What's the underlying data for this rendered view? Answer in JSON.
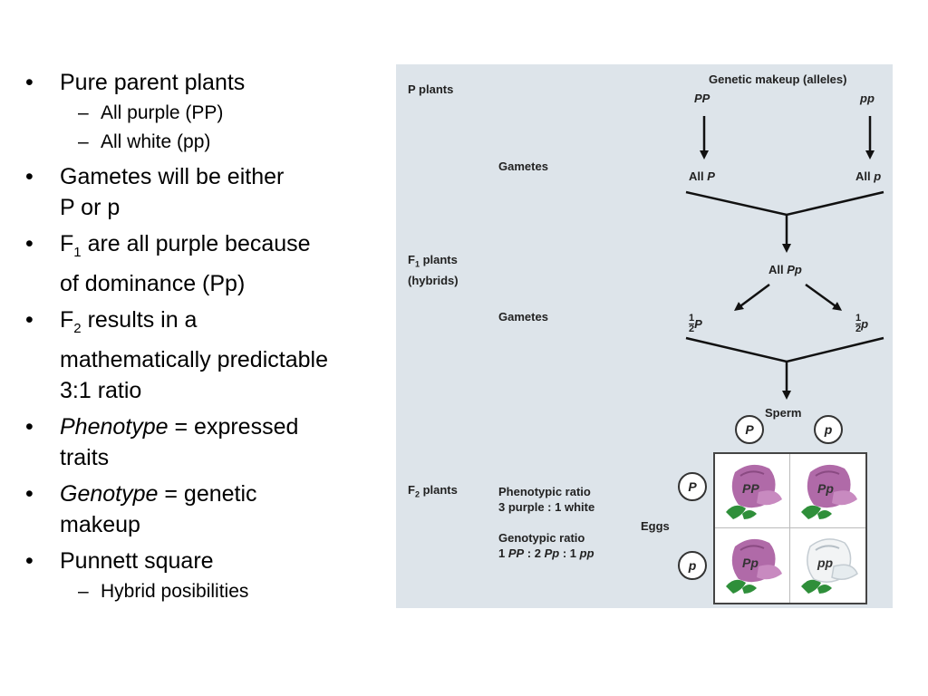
{
  "bullets": {
    "b1": "Pure parent plants",
    "b1_sub1": "All purple (PP)",
    "b1_sub2": "All white (pp)",
    "b2_line1": "Gametes will be either",
    "b2_line2": "P or p",
    "b3_f": "F",
    "b3_sub": "1",
    "b3_rest": " are all purple because",
    "b3_line2": "of dominance (Pp)",
    "b4_f": "F",
    "b4_sub": "2",
    "b4_rest": " results in a",
    "b4_line2": "mathematically predictable",
    "b4_line3": "3:1 ratio",
    "b5_term": "Phenotype",
    "b5_rest": " = expressed",
    "b5_line2": "traits",
    "b6_term": "Genotype",
    "b6_rest": " = genetic",
    "b6_line2": "makeup",
    "b7": "Punnett square",
    "b7_sub1": "Hybrid posibilities"
  },
  "diagram": {
    "header": "Genetic makeup (alleles)",
    "p_plants": "P plants",
    "pp_left": "PP",
    "pp_right": "pp",
    "gametes_label_1": "Gametes",
    "all_cap_p_prefix": "All ",
    "all_cap_p_allele": "P",
    "all_low_p_prefix": "All ",
    "all_low_p_allele": "p",
    "f1_plants_f": "F",
    "f1_plants_sub": "1",
    "f1_plants_rest": " plants",
    "f1_hybrids": "(hybrids)",
    "all_pp_prefix": "All ",
    "all_pp_allele": "Pp",
    "gametes_label_2": "Gametes",
    "half_num": "1",
    "half_den": "2",
    "half_left_allele": "P",
    "half_right_allele": "p",
    "sperm": "Sperm",
    "sperm_1": "P",
    "sperm_2": "p",
    "f2_plants_f": "F",
    "f2_plants_sub": "2",
    "f2_plants_rest": " plants",
    "phenotypic_ratio_title": "Phenotypic ratio",
    "phenotypic_ratio_value": "3 purple : 1 white",
    "genotypic_ratio_title": "Genotypic ratio",
    "genotypic_ratio_1": "1 ",
    "genotypic_ratio_pp1": "PP",
    "genotypic_ratio_2": " : 2 ",
    "genotypic_ratio_pp2": "Pp",
    "genotypic_ratio_3": " : 1 ",
    "genotypic_ratio_pp3": "pp",
    "eggs": "Eggs",
    "egg_1": "P",
    "egg_2": "p",
    "cell_tl": "PP",
    "cell_tr": "Pp",
    "cell_bl": "Pp",
    "cell_br": "pp",
    "colors": {
      "purple_flower": "#b06aa8",
      "white_flower": "#f2f4f5",
      "leaf": "#2f8f3a",
      "panel_bg": "#dde4ea"
    }
  }
}
